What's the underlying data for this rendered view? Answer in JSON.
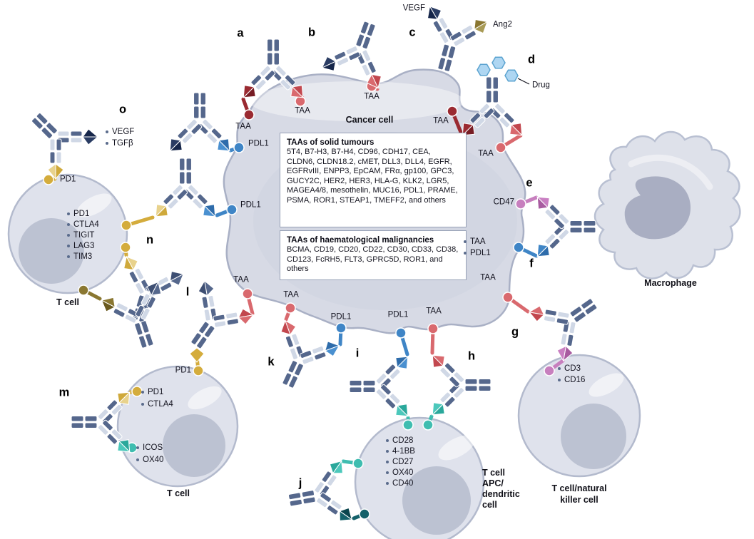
{
  "cancer_cell": {
    "name": "Cancer cell",
    "solid_tumours": {
      "title": "TAAs of solid tumours",
      "list": "5T4, B7-H3, B7-H4, CD96, CDH17, CEA, CLDN6, CLDN18.2, cMET, DLL3, DLL4, EGFR, EGFRvIII, ENPP3, EpCAM, FRα, gp100, GPC3, GUCY2C, HER2, HER3, HLA-G, KLK2, LGR5, MAGEA4/8, mesothelin, MUC16, PDL1, PRAME, PSMA, ROR1, STEAP1, TMEFF2, and others"
    },
    "haematological": {
      "title": "TAAs of haematological malignancies",
      "list": "BCMA, CD19, CD20, CD22, CD30, CD33, CD38, CD123, FcRH5, FLT3, GPRC5D, ROR1, and others"
    }
  },
  "panels": {
    "a": "a",
    "b": "b",
    "c": "c",
    "d": "d",
    "e": "e",
    "f": "f",
    "g": "g",
    "h": "h",
    "i": "i",
    "j": "j",
    "k": "k",
    "l": "l",
    "m": "m",
    "n": "n",
    "o": "o"
  },
  "antigens": {
    "taa": "TAA",
    "pdl1": "PDL1",
    "pd1": "PD1",
    "cd47": "CD47",
    "vegf": "VEGF",
    "ang2": "Ang2",
    "drug": "Drug"
  },
  "bullet_groups": {
    "o_ligands": [
      "VEGF",
      "TGFβ"
    ],
    "t_cell_left": [
      "PD1",
      "CTLA4",
      "TIGIT",
      "LAG3",
      "TIM3"
    ],
    "ef": [
      "TAA",
      "PDL1"
    ],
    "t_cell_bottom_upper": [
      "PD1",
      "CTLA4"
    ],
    "t_cell_bottom_lower": [
      "ICOS",
      "OX40"
    ],
    "apc": [
      "CD28",
      "4-1BB",
      "CD27",
      "OX40",
      "CD40"
    ],
    "nk": [
      "CD3",
      "CD16"
    ]
  },
  "cell_labels": {
    "t_cell_left": "T cell",
    "t_cell_bottom": "T cell",
    "apc_lines": [
      "T cell",
      "APC/",
      "dendritic",
      "cell"
    ],
    "nk_lines": [
      "T cell/natural",
      "killer cell"
    ],
    "macrophage": "Macrophage"
  },
  "colors": {
    "cell_fill": "#dfe2ec",
    "cell_stroke": "#b3bacd",
    "nucleus": "#bcc2d2",
    "cancer_fill": "#d7dae5",
    "antibody_slate": "#55678c",
    "antibody_light": "#d0d8e6",
    "navy": "#2a3c63",
    "red_light": "#d9696e",
    "red_dark": "#9a2a31",
    "yellow": "#d4ac3c",
    "olive": "#8a7731",
    "blue": "#3f85c6",
    "teal": "#3fbdb0",
    "dark_teal": "#14616a",
    "pink": "#c77fbe",
    "drug_blue": "#aed6f2"
  }
}
